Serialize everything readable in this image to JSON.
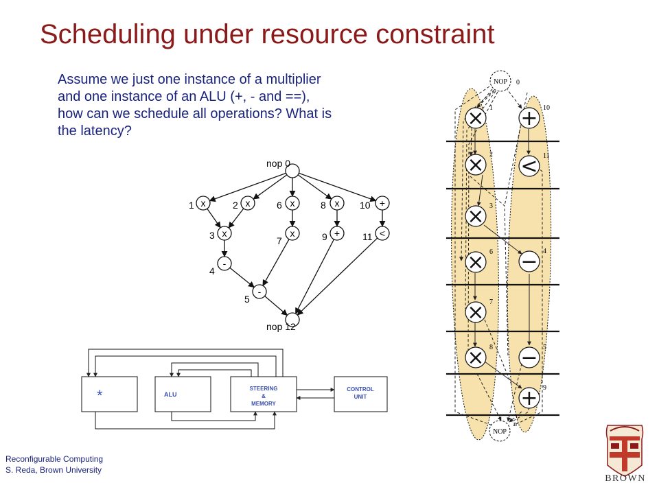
{
  "slide": {
    "title": "Scheduling under resource constraint",
    "question_lines": [
      "Assume we just one instance of a multiplier",
      "and one instance of an ALU (+, - and ==),",
      "how can we schedule all operations? What is",
      "the latency?"
    ]
  },
  "dfg": {
    "nodes": [
      {
        "id": "0",
        "op": "",
        "label": "nop  0"
      },
      {
        "id": "1",
        "op": "x",
        "label": "1"
      },
      {
        "id": "2",
        "op": "x",
        "label": "2"
      },
      {
        "id": "6",
        "op": "x",
        "label": "6"
      },
      {
        "id": "8",
        "op": "x",
        "label": "8"
      },
      {
        "id": "10",
        "op": "+",
        "label": "10"
      },
      {
        "id": "3",
        "op": "x",
        "label": "3"
      },
      {
        "id": "7",
        "op": "x",
        "label": "7"
      },
      {
        "id": "9",
        "op": "+",
        "label": "9"
      },
      {
        "id": "11",
        "op": "<",
        "label": "11"
      },
      {
        "id": "4",
        "op": "-",
        "label": "4"
      },
      {
        "id": "5",
        "op": "-",
        "label": "5"
      },
      {
        "id": "12",
        "op": "",
        "label": "nop  12"
      }
    ]
  },
  "datapath": {
    "mult_label": "*",
    "alu_label": "ALU",
    "steering_lines": [
      "STEERING",
      "&",
      "MEMORY"
    ],
    "control_lines": [
      "CONTROL",
      "UNIT"
    ]
  },
  "schedule": {
    "top_nop": "NOP",
    "top_id": "0",
    "bottom_nop": "NOP",
    "bottom_id": "n",
    "mult_ops": [
      {
        "id": "1",
        "symbol": "×"
      },
      {
        "id": "2",
        "symbol": "×"
      },
      {
        "id": "3",
        "symbol": "×"
      },
      {
        "id": "6",
        "symbol": "×"
      },
      {
        "id": "7",
        "symbol": "×"
      },
      {
        "id": "8",
        "symbol": "×"
      }
    ],
    "alu_ops": [
      {
        "id": "10",
        "symbol": "+"
      },
      {
        "id": "11",
        "symbol": "<"
      },
      {
        "id": "4",
        "symbol": "−"
      },
      {
        "id": "5",
        "symbol": "−"
      },
      {
        "id": "9",
        "symbol": "+"
      }
    ]
  },
  "footer": {
    "line1": "Reconfigurable Computing",
    "line2": "S. Reda, Brown University"
  },
  "logo": {
    "word": "BROWN"
  },
  "colors": {
    "title": "#8b1a1a",
    "body_text": "#1a237e",
    "datapath_text": "#3a4fb0",
    "highlight_fill": "#f7e2ad",
    "brown_red": "#c0392b"
  }
}
